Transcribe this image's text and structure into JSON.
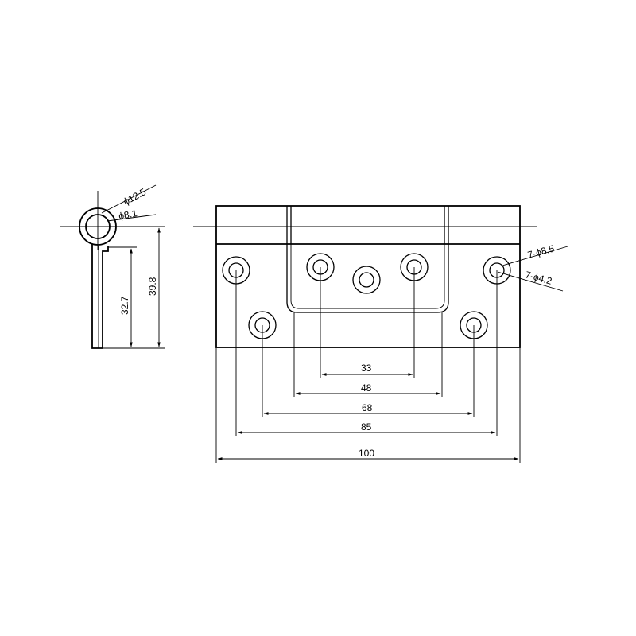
{
  "side_view": {
    "outer_diameter_label": "ϕ12.5",
    "inner_diameter_label": "ϕ8.1",
    "leaf_height_label": "32.7",
    "total_height_label": "39.8"
  },
  "front_view": {
    "large_hole_label": "7-ϕ8.5",
    "small_hole_label": "7-ϕ4.2",
    "dimensions": {
      "d33": "33",
      "d48": "48",
      "d68": "68",
      "d85": "85",
      "d100": "100"
    }
  },
  "colors": {
    "line": "#000000",
    "background": "#ffffff"
  }
}
